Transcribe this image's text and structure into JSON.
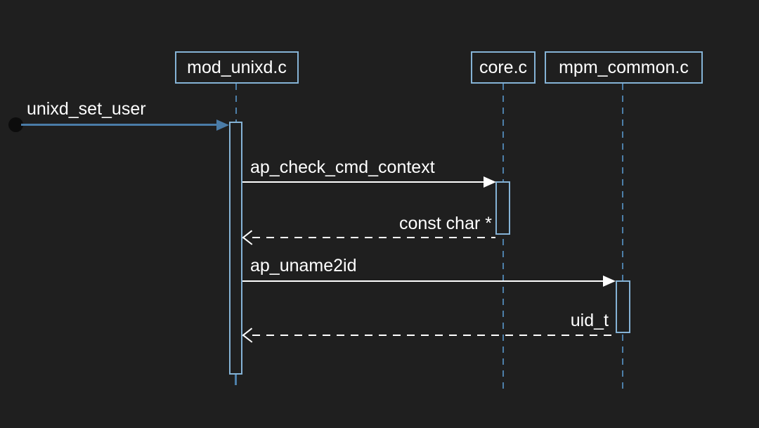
{
  "diagram": {
    "type": "uml-sequence-diagram",
    "colors": {
      "background": "#1f1f1f",
      "participant_border": "#85b3d6",
      "lifeline_blue": "#4d7fa9",
      "found_message_blue": "#4a7ca8",
      "message_white": "#ffffff",
      "text": "#ffffff",
      "endpoint_circle": "#0c0c0c"
    },
    "participants": [
      {
        "label": "mod_unixd.c"
      },
      {
        "label": "core.c"
      },
      {
        "label": "mpm_common.c"
      }
    ],
    "messages": [
      {
        "label": "unixd_set_user",
        "from": "found-endpoint",
        "to": "mod_unixd.c",
        "style": "solid-blue-filled-arrow"
      },
      {
        "label": "ap_check_cmd_context",
        "from": "mod_unixd.c",
        "to": "core.c",
        "style": "solid-white-filled-arrow"
      },
      {
        "label": "const char *",
        "from": "core.c",
        "to": "mod_unixd.c",
        "style": "dashed-white-open-arrow-return"
      },
      {
        "label": "ap_uname2id",
        "from": "mod_unixd.c",
        "to": "mpm_common.c",
        "style": "solid-white-filled-arrow"
      },
      {
        "label": "uid_t",
        "from": "mpm_common.c",
        "to": "mod_unixd.c",
        "style": "dashed-white-open-arrow-return"
      }
    ]
  }
}
